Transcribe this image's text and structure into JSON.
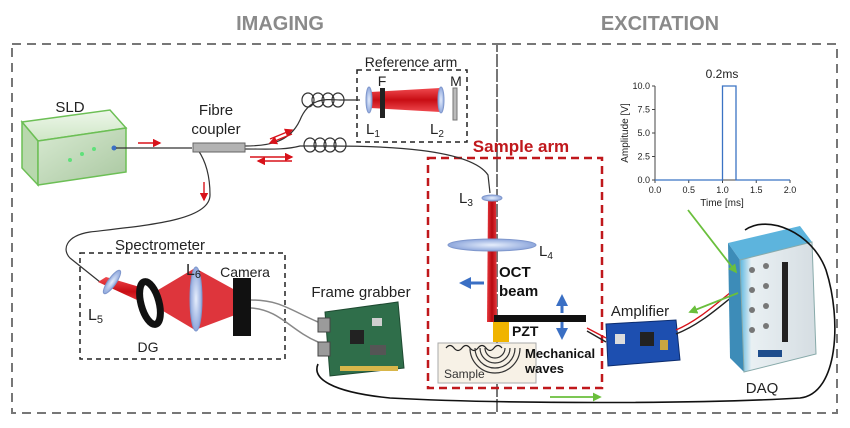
{
  "sections": {
    "imaging": "IMAGING",
    "excitation": "EXCITATION"
  },
  "labels": {
    "sld": "SLD",
    "fibre_coupler_line1": "Fibre",
    "fibre_coupler_line2": "coupler",
    "reference_arm": "Reference arm",
    "sample_arm": "Sample arm",
    "spectrometer": "Spectrometer",
    "camera": "Camera",
    "frame_grabber": "Frame grabber",
    "dg": "DG",
    "oct_beam_line1": "OCT",
    "oct_beam_line2": "beam",
    "pzt": "PZT",
    "mechanical_waves_line1": "Mechanical",
    "mechanical_waves_line2": "waves",
    "sample": "Sample",
    "amplifier": "Amplifier",
    "daq": "DAQ",
    "filter": "F",
    "mirror": "M"
  },
  "lenses": {
    "l1": {
      "base": "L",
      "sub": "1"
    },
    "l2": {
      "base": "L",
      "sub": "2"
    },
    "l3": {
      "base": "L",
      "sub": "3"
    },
    "l4": {
      "base": "L",
      "sub": "4"
    },
    "l5": {
      "base": "L",
      "sub": "5"
    },
    "l6": {
      "base": "L",
      "sub": "6"
    }
  },
  "chart_data": {
    "type": "line",
    "title": "",
    "annotation": "0.2ms",
    "xlabel": "Time [ms]",
    "ylabel": "Amplitude [V]",
    "xlim": [
      0,
      2.0
    ],
    "ylim": [
      0,
      10.0
    ],
    "xticks": [
      "0.0",
      "0.5",
      "1.0",
      "1.5",
      "2.0"
    ],
    "yticks": [
      "0.0",
      "2.5",
      "5.0",
      "7.5",
      "10.0"
    ],
    "series": [
      {
        "x": [
          0,
          1.0,
          1.0,
          1.2,
          1.2,
          2.0
        ],
        "y": [
          0,
          0,
          10,
          10,
          0,
          0
        ]
      }
    ]
  },
  "colors": {
    "beam": "#d8121a",
    "dashed_red": "#c0181c",
    "dashed_grey": "#777777",
    "arrow_blue": "#3a6fc4",
    "arrow_green": "#6abf3c",
    "lens": "#a9bde8",
    "sld_green": "#8fd27a",
    "plot_line": "#3b73c4"
  }
}
